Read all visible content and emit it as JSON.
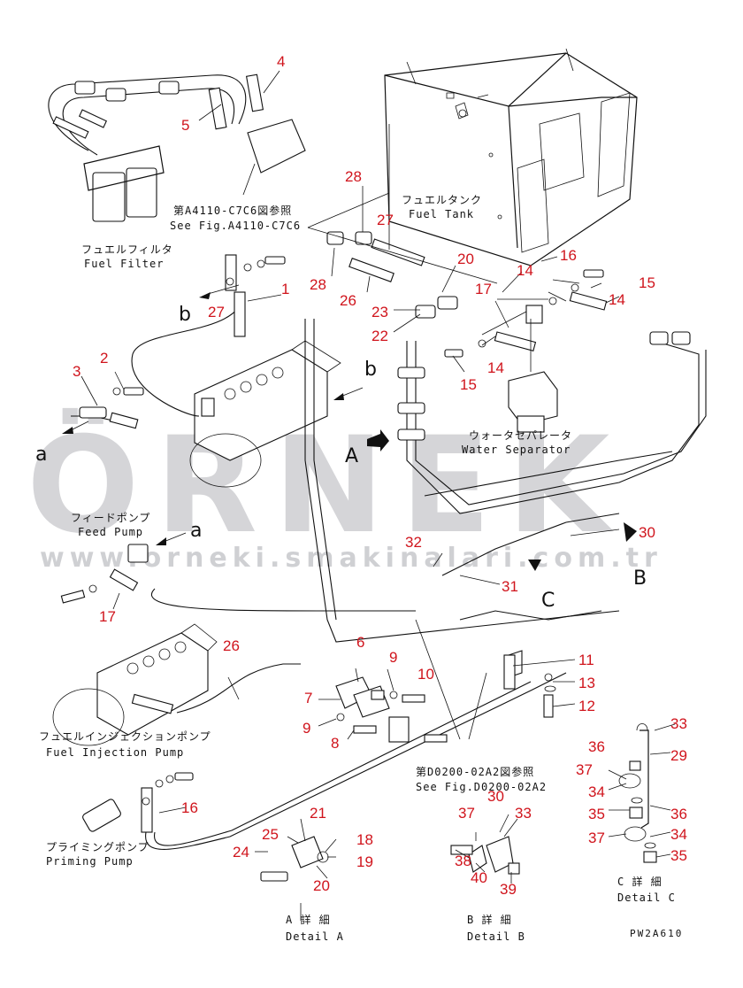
{
  "watermark": {
    "logo": "ÖRNEK",
    "url": "www.orneki smakinalari.com.tr",
    "url_full": "www.orneki.smakinalari.com.tr"
  },
  "labels": {
    "fuel_filter_jp": "フュエルフィルタ",
    "fuel_filter_en": "Fuel Filter",
    "see_a4110_jp": "第A4110-C7C6図参照",
    "see_a4110_en": "See Fig.A4110-C7C6",
    "fuel_tank_jp": "フュエルタンク",
    "fuel_tank_en": "Fuel Tank",
    "water_sep_jp": "ウォータセパレータ",
    "water_sep_en": "Water Separator",
    "feed_pump_jp": "フィードポンプ",
    "feed_pump_en": "Feed Pump",
    "inj_pump_jp": "フュエルインジェクションポンプ",
    "inj_pump_en": "Fuel Injection Pump",
    "priming_jp": "プライミングポンプ",
    "priming_en": "Priming Pump",
    "see_d0200_jp": "第D0200-02A2図参照",
    "see_d0200_en": "See Fig.D0200-02A2",
    "detail_a_jp": "A 詳 細",
    "detail_a_en": "Detail A",
    "detail_b_jp": "B 詳 細",
    "detail_b_en": "Detail B",
    "detail_c_jp": "C 詳 細",
    "detail_c_en": "Detail C",
    "drawing_code": "PW2A610"
  },
  "arrow_letters": {
    "a": "a",
    "b": "b",
    "A": "A",
    "B": "B",
    "C": "C"
  },
  "callouts": {
    "n1": "1",
    "n2": "2",
    "n3": "3",
    "n4": "4",
    "n5": "5",
    "n6": "6",
    "n7": "7",
    "n8": "8",
    "n9": "9",
    "n10": "10",
    "n11": "11",
    "n12": "12",
    "n13": "13",
    "n14": "14",
    "n15": "15",
    "n16": "16",
    "n17": "17",
    "n18": "18",
    "n19": "19",
    "n20": "20",
    "n21": "21",
    "n22": "22",
    "n23": "23",
    "n24": "24",
    "n25": "25",
    "n26": "26",
    "n27": "27",
    "n28": "28",
    "n29": "29",
    "n30": "30",
    "n31": "31",
    "n32": "32",
    "n33": "33",
    "n34": "34",
    "n35": "35",
    "n36": "36",
    "n37": "37",
    "n38": "38",
    "n39": "39",
    "n40": "40"
  },
  "colors": {
    "callout": "#d0141c",
    "line": "#111111",
    "watermark": "#c7c8cc"
  }
}
